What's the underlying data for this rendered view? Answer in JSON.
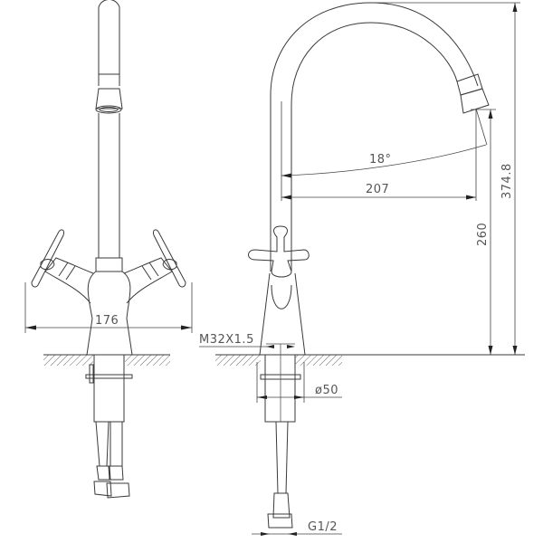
{
  "drawing": {
    "title": "Faucet technical drawing",
    "views": [
      "front-view",
      "side-view"
    ],
    "dimensions": {
      "width_front": "176",
      "reach": "207",
      "swivel_angle": "18°",
      "spout_height": "260",
      "total_height": "374.8",
      "mount_thread": "M32X1.5",
      "base_diameter": "ø50",
      "hose_thread": "G1/2"
    },
    "units": "mm",
    "colors": {
      "line": "#3a3a3a",
      "text": "#555555",
      "background": "#ffffff"
    }
  }
}
